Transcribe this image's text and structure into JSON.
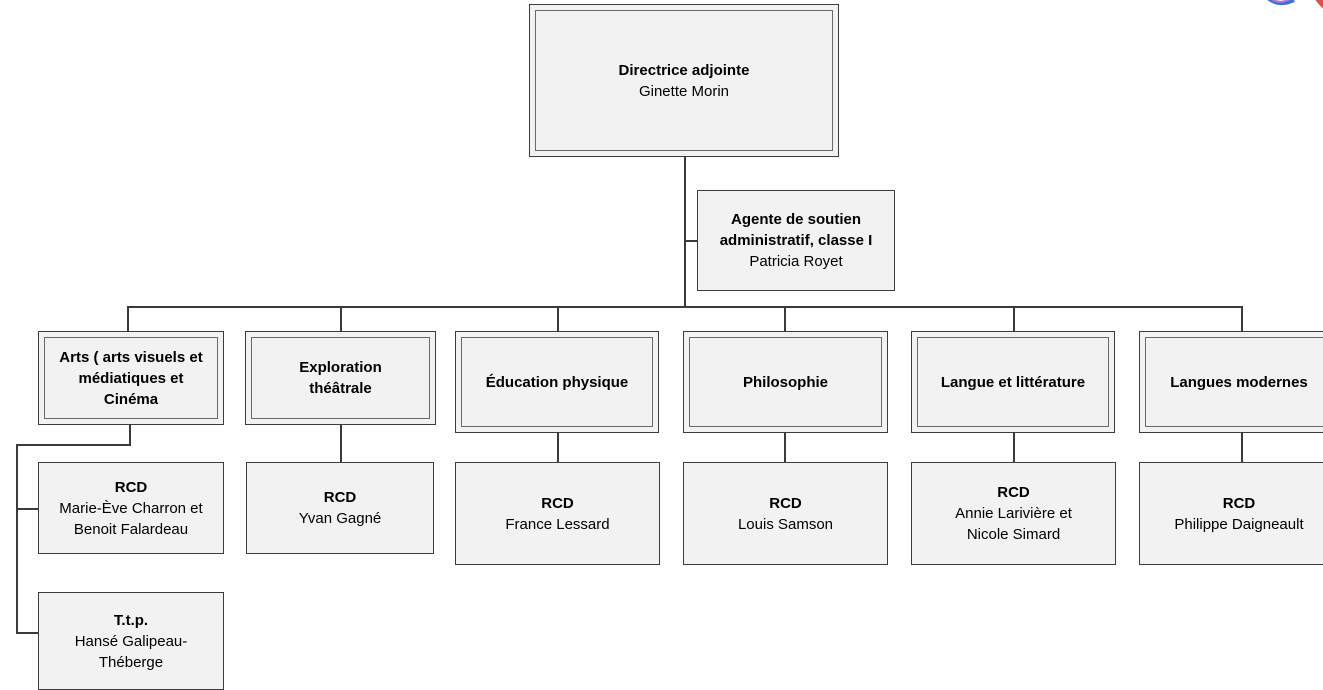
{
  "director": {
    "title": "Directrice  adjointe",
    "name": "Ginette Morin"
  },
  "assistant": {
    "title_line1": "Agente de soutien",
    "title_line2": "administratif, classe I",
    "name": "Patricia Royet"
  },
  "departments": [
    {
      "title_line1": "Arts ( arts visuels et",
      "title_line2": "médiatiques et",
      "title_line3": "Cinéma"
    },
    {
      "title_line1": "Exploration",
      "title_line2": "théâtrale"
    },
    {
      "title_line1": "Éducation physique"
    },
    {
      "title_line1": "Philosophie"
    },
    {
      "title_line1": "Langue et littérature"
    },
    {
      "title_line1": "Langues modernes"
    }
  ],
  "coordinators": [
    {
      "role": "RCD",
      "line1": "Marie-Ève Charron et",
      "line2": "Benoit Falardeau"
    },
    {
      "role": "RCD",
      "line1": "Yvan Gagné"
    },
    {
      "role": "RCD",
      "line1": "France Lessard"
    },
    {
      "role": "RCD",
      "line1": "Louis Samson"
    },
    {
      "role": "RCD",
      "line1": "Annie Larivière et",
      "line2": "Nicole Simard"
    },
    {
      "role": "RCD",
      "line1": "Philippe Daigneault"
    }
  ],
  "technician": {
    "role": "T.t.p.",
    "line1": "Hansé Galipeau-",
    "line2": "Théberge"
  },
  "colors": {
    "box_fill": "#f2f2f2",
    "box_border": "#3c3c3c",
    "connector": "#3a3a3a",
    "logo_blue": "#3a6fd8",
    "logo_red": "#d9534f"
  }
}
